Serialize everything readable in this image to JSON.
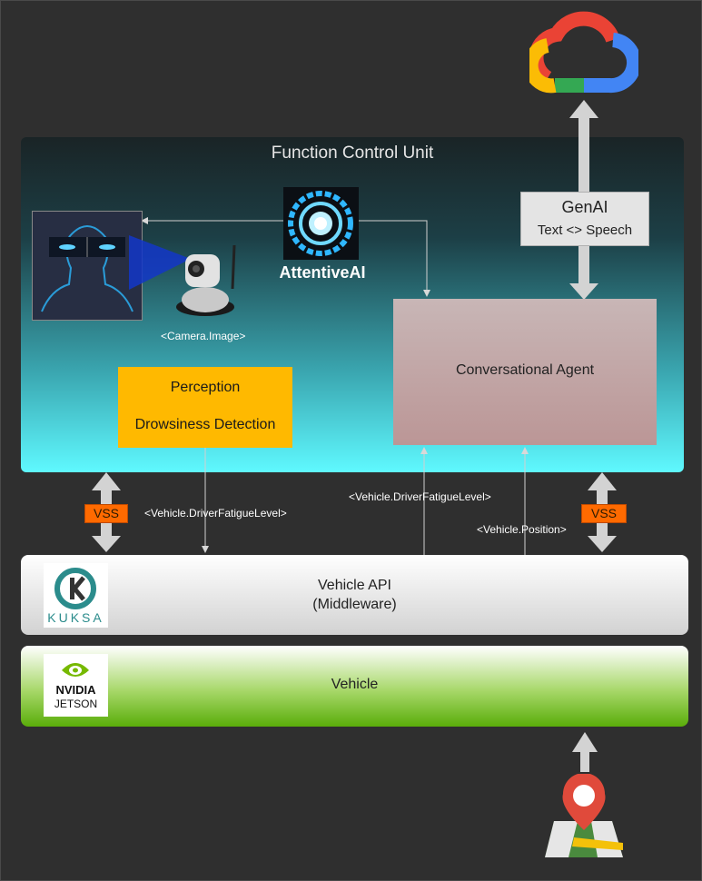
{
  "title": "Function Control Unit",
  "nodes": {
    "attentive_ai": "AttentiveAI",
    "perception": "Perception",
    "drowsiness": "Drowsiness Detection",
    "conversational_agent": "Conversational Agent",
    "genai_title": "GenAI",
    "genai_sub": "Text <> Speech",
    "vehicle_api": "Vehicle API",
    "vehicle_api_sub": "(Middleware)",
    "vehicle": "Vehicle"
  },
  "edge_labels": {
    "camera_image": "<Camera.Image>",
    "fatigue_left": "<Vehicle.DriverFatigueLevel>",
    "fatigue_right": "<Vehicle.DriverFatigueLevel>",
    "position": "<Vehicle.Position>",
    "vss_left": "VSS",
    "vss_right": "VSS"
  },
  "logos": {
    "kuksa": "KUKSA",
    "nvidia": "NVIDIA",
    "jetson": "JETSON"
  },
  "colors": {
    "background": "#2f2f2f",
    "perception": "#ffb900",
    "vss": "#ff6a00",
    "vehicle_green": "#5aad0a",
    "fcu_cyan": "#5ff9ff"
  },
  "icons": [
    "google-cloud-icon",
    "arc-reactor-icon",
    "camera-icon",
    "driver-face-icon",
    "kuksa-logo",
    "nvidia-logo",
    "map-pin-icon"
  ]
}
